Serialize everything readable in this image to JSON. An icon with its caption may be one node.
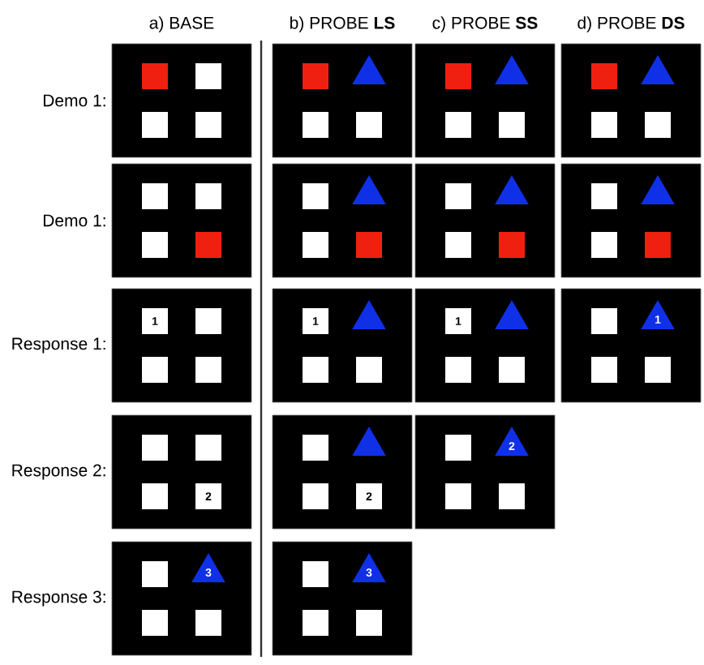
{
  "diagram": {
    "nodes": [
      {
        "text": [],
        "shape": "box"
      },
      {
        "text": [],
        "shape": "box",
        "in": 0
      },
      {
        "text": [],
        "shape": "box",
        "in": 0
      },
      {
        "text": [],
        "shape": "box",
        "in": 0
      },
      {
        "text": [],
        "shape": "box",
        "in": 0
      },
      {
        "text": [],
        "shape": "box"
      },
      {
        "text": [],
        "shape": "box",
        "in": 5
      },
      {
        "text": [],
        "shape": "triangle",
        "in": 5
      },
      {
        "text": [],
        "shape": "box",
        "in": 5
      },
      {
        "text": [],
        "shape": "box",
        "in": 5
      },
      {
        "text": [],
        "shape": "box"
      },
      {
        "text": [],
        "shape": "box",
        "in": 10
      },
      {
        "text": [],
        "shape": "triangle",
        "in": 10
      },
      {
        "text": [],
        "shape": "box",
        "in": 10
      },
      {
        "text": [],
        "shape": "box",
        "in": 10
      },
      {
        "text": [],
        "shape": "box"
      },
      {
        "text": [],
        "shape": "box",
        "in": 15
      },
      {
        "text": [],
        "shape": "triangle",
        "in": 15
      },
      {
        "text": [],
        "shape": "box",
        "in": 15
      },
      {
        "text": [],
        "shape": "box",
        "in": 15
      },
      {
        "text": [],
        "shape": "box"
      },
      {
        "text": [],
        "shape": "box",
        "in": 20
      },
      {
        "text": [],
        "shape": "box",
        "in": 20
      },
      {
        "text": [],
        "shape": "box",
        "in": 20
      },
      {
        "text": [],
        "shape": "box",
        "in": 20
      },
      {
        "text": [],
        "shape": "box"
      },
      {
        "text": [],
        "shape": "box",
        "in": 25
      },
      {
        "text": [],
        "shape": "triangle",
        "in": 25
      },
      {
        "text": [],
        "shape": "box",
        "in": 25
      },
      {
        "text": [],
        "shape": "box",
        "in": 25
      },
      {
        "text": [],
        "shape": "box"
      },
      {
        "text": [],
        "shape": "box",
        "in": 30
      },
      {
        "text": [],
        "shape": "triangle",
        "in": 30
      },
      {
        "text": [],
        "shape": "box",
        "in": 30
      },
      {
        "text": [],
        "shape": "box",
        "in": 30
      },
      {
        "text": [],
        "shape": "box"
      },
      {
        "text": [],
        "shape": "box",
        "in": 35
      },
      {
        "text": [],
        "shape": "triangle",
        "in": 35
      },
      {
        "text": [],
        "shape": "box",
        "in": 35
      },
      {
        "text": [],
        "shape": "box",
        "in": 35
      },
      {
        "text": [],
        "shape": "box"
      },
      {
        "text": [
          "1"
        ],
        "in": 40
      },
      {
        "text": [],
        "shape": "box",
        "in": 40
      },
      {
        "text": [],
        "shape": "box",
        "in": 40
      },
      {
        "text": [],
        "shape": "box",
        "in": 40
      },
      {
        "text": [],
        "shape": "box"
      },
      {
        "text": [
          "1"
        ],
        "in": 45
      },
      {
        "text": [],
        "shape": "triangle",
        "in": 45
      },
      {
        "text": [],
        "shape": "box",
        "in": 45
      },
      {
        "text": [],
        "shape": "box",
        "in": 45
      },
      {
        "text": [],
        "shape": "box"
      },
      {
        "text": [
          "1"
        ],
        "in": 50
      },
      {
        "text": [],
        "shape": "triangle",
        "in": 50
      },
      {
        "text": [],
        "shape": "box",
        "in": 50
      },
      {
        "text": [],
        "shape": "box",
        "in": 50
      },
      {
        "text": [],
        "shape": "box"
      },
      {
        "text": [],
        "shape": "box",
        "in": 55
      },
      {
        "text": [
          "1"
        ],
        "in": 55
      },
      {
        "text": [],
        "shape": "box",
        "in": 55
      },
      {
        "text": [],
        "shape": "box",
        "in": 55
      },
      {
        "text": [],
        "shape": "box"
      },
      {
        "text": [],
        "shape": "box",
        "in": 60
      },
      {
        "text": [],
        "shape": "box",
        "in": 60
      },
      {
        "text": [],
        "shape": "box",
        "in": 60
      },
      {
        "text": [
          "2"
        ],
        "in": 60
      },
      {
        "text": [],
        "shape": "box"
      },
      {
        "text": [],
        "shape": "box",
        "in": 65
      },
      {
        "text": [],
        "shape": "triangle",
        "in": 65
      },
      {
        "text": [],
        "shape": "box",
        "in": 65
      },
      {
        "text": [
          "2"
        ],
        "in": 65
      },
      {
        "text": [],
        "shape": "box"
      },
      {
        "text": [],
        "shape": "box",
        "in": 70
      },
      {
        "text": [
          "2"
        ],
        "in": 70
      },
      {
        "text": [],
        "shape": "box",
        "in": 70
      },
      {
        "text": [],
        "shape": "box",
        "in": 70
      },
      {
        "text": [],
        "shape": "box"
      },
      {
        "text": [],
        "shape": "box",
        "in": 75
      },
      {
        "text": [
          "3"
        ],
        "in": 75
      },
      {
        "text": [],
        "shape": "box",
        "in": 75
      },
      {
        "text": [],
        "shape": "box",
        "in": 75
      },
      {
        "text": [],
        "shape": "box"
      },
      {
        "text": [],
        "shape": "box",
        "in": 80
      },
      {
        "text": [
          "3"
        ],
        "in": 80
      },
      {
        "text": [],
        "shape": "box",
        "in": 80
      },
      {
        "text": [],
        "shape": "box",
        "in": 80
      }
    ],
    "labels": [
      "a) BASE",
      "b) PROBE **LS**",
      "c) PROBE **SS**",
      "d) PROBE **DS**",
      "Demo 1:",
      "Demo 1:",
      "Response 1:",
      "Response 2:",
      "Response 3:"
    ]
  }
}
